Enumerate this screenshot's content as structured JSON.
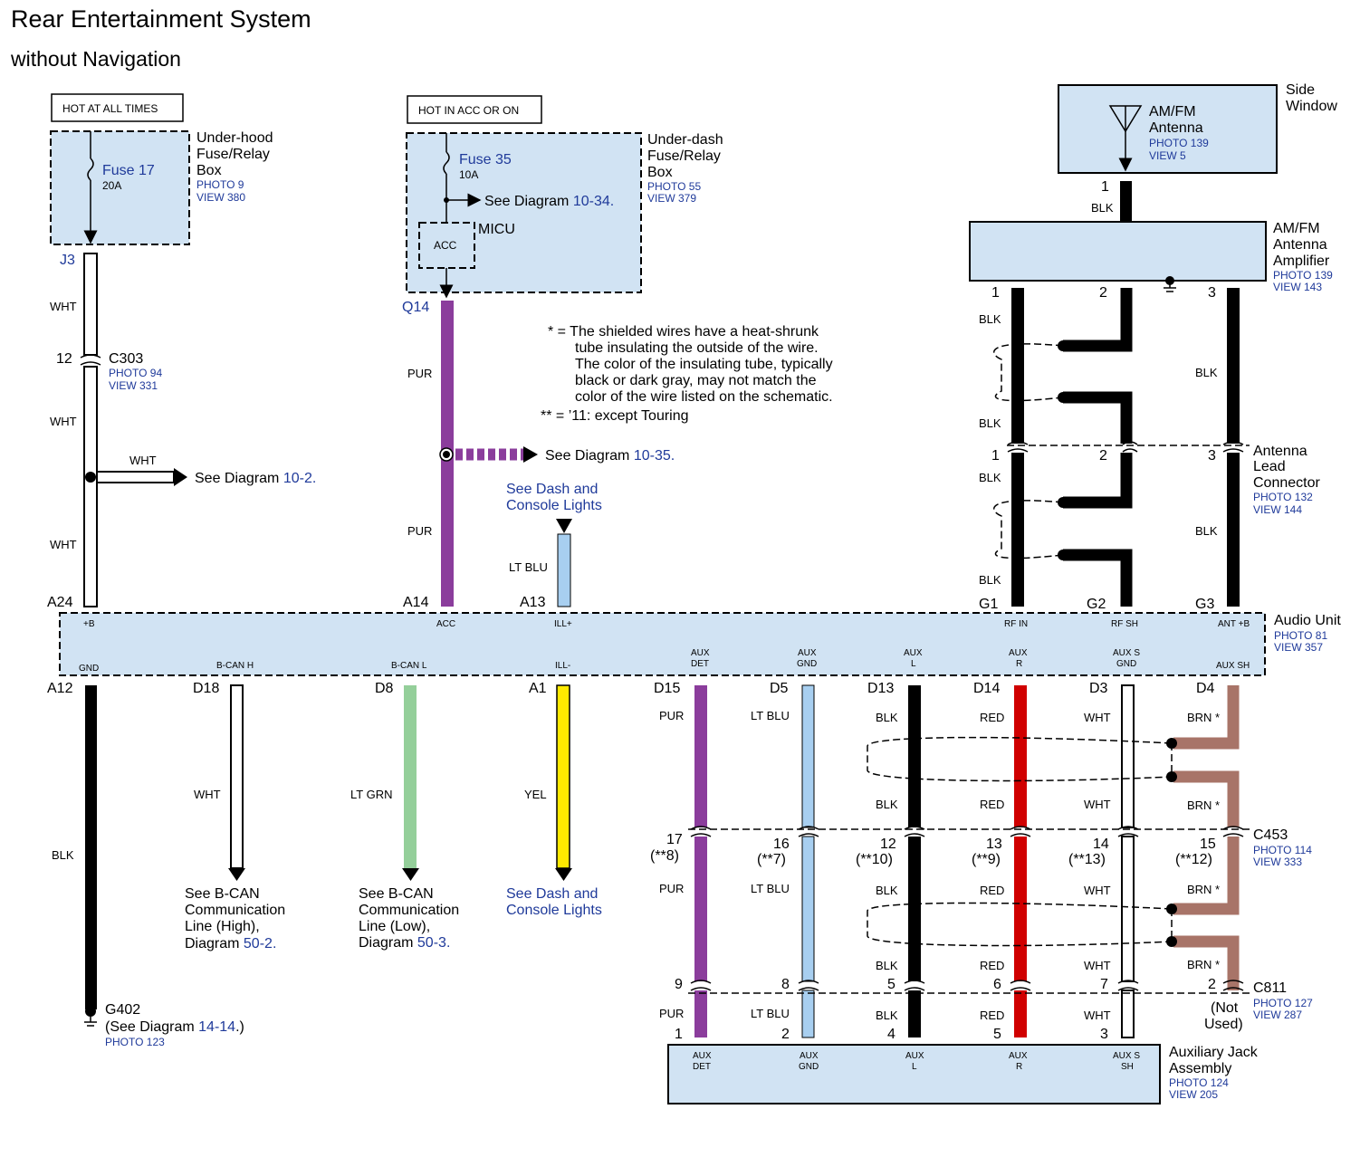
{
  "title": "Rear Entertainment System",
  "subtitle": "without Navigation",
  "hot_all_times": "HOT AT ALL TIMES",
  "hot_acc": "HOT IN ACC OR ON",
  "underhood": {
    "l1": "Under-hood",
    "l2": "Fuse/Relay",
    "l3": "Box",
    "photo": "PHOTO 9",
    "view": "VIEW 380",
    "fuse": "Fuse 17",
    "amp": "20A"
  },
  "underdash": {
    "l1": "Under-dash",
    "l2": "Fuse/Relay",
    "l3": "Box",
    "photo": "PHOTO 55",
    "view": "VIEW 379",
    "fuse": "Fuse 35",
    "amp": "10A",
    "micu": "MICU",
    "acc": "ACC",
    "see": "See Diagram ",
    "see_num": "10-34",
    "see_end": "."
  },
  "note": {
    "l1": "* = The shielded wires have a heat-shrunk",
    "l2": "tube insulating the outside of the wire.",
    "l3": "The color of the insulating tube, typically",
    "l4": "black or dark gray, may not match the",
    "l5": "color of the wire listed on the schematic.",
    "l6": "** = ’11: except Touring"
  },
  "antenna": {
    "l1": "AM/FM",
    "l2": "Antenna",
    "photo": "PHOTO 139",
    "view": "VIEW 5",
    "side1": "Side",
    "side2": "Window"
  },
  "amplifier": {
    "l1": "AM/FM",
    "l2": "Antenna",
    "l3": "Amplifier",
    "photo": "PHOTO 139",
    "view": "VIEW 143"
  },
  "lead_connector": {
    "l1": "Antenna",
    "l2": "Lead",
    "l3": "Connector",
    "photo": "PHOTO 132",
    "view": "VIEW 144"
  },
  "audio_unit": {
    "name": "Audio Unit",
    "photo": "PHOTO 81",
    "view": "VIEW 357",
    "top_pins": [
      "+B",
      "ACC",
      "ILL+",
      "RF IN",
      "RF SH",
      "ANT +B"
    ],
    "bottom_pins": [
      "GND",
      "B-CAN H",
      "B-CAN L",
      "ILL-"
    ],
    "aux_det_1": "AUX",
    "aux_det_2": "DET",
    "aux_gnd_1": "AUX",
    "aux_gnd_2": "GND",
    "aux_l_1": "AUX",
    "aux_l_2": "L",
    "aux_r_1": "AUX",
    "aux_r_2": "R",
    "aux_ssh_1": "AUX S",
    "aux_ssh_2": "GND",
    "aux_sh": "AUX SH"
  },
  "c303": {
    "name": "C303",
    "photo": "PHOTO 94",
    "view": "VIEW 331",
    "pin": "12"
  },
  "c453": {
    "name": "C453",
    "photo": "PHOTO 114",
    "view": "VIEW 333"
  },
  "c811": {
    "name": "C811",
    "photo": "PHOTO 127",
    "view": "VIEW 287",
    "not1": "(Not",
    "not2": "Used)"
  },
  "aux_jack": {
    "l1": "Auxiliary Jack",
    "l2": "Assembly",
    "photo": "PHOTO 124",
    "view": "VIEW 205",
    "p1a": "AUX",
    "p1b": "DET",
    "p2a": "AUX",
    "p2b": "GND",
    "p3a": "AUX",
    "p3b": "L",
    "p4a": "AUX",
    "p4b": "R",
    "p5a": "AUX S",
    "p5b": "SH"
  },
  "g402": {
    "name": "G402",
    "see": "(See Diagram ",
    "see_num": "14-14",
    "see_end": ".)",
    "photo": "PHOTO 123"
  },
  "pins": {
    "j3": "J3",
    "q14": "Q14",
    "a24": "A24",
    "a14": "A14",
    "a13": "A13",
    "g1": "G1",
    "g2": "G2",
    "g3": "G3",
    "a12": "A12",
    "d18": "D18",
    "d8": "D8",
    "a1": "A1",
    "d15": "D15",
    "d5": "D5",
    "d13": "D13",
    "d14": "D14",
    "d3": "D3",
    "d4": "D4"
  },
  "wires": {
    "wht": "WHT",
    "pur": "PUR",
    "blk": "BLK",
    "ltblu": "LT BLU",
    "ltgrn": "LT GRN",
    "yel": "YEL",
    "red": "RED",
    "brn": "BRN *"
  },
  "refs": {
    "d102_pre": "See Diagram ",
    "d102": "10-2",
    "d102_end": ".",
    "d1035_pre": "See Diagram ",
    "d1035": "10-35",
    "d1035_end": ".",
    "dash1": "See Dash and",
    "dash2": "Console Lights",
    "bcanh1": "See B-CAN",
    "bcanh2": "Communication",
    "bcanh3": "Line (High),",
    "bcanh4_pre": "Diagram ",
    "bcanh4": "50-2",
    "bcanh4_end": ".",
    "bcanl1": "See B-CAN",
    "bcanl2": "Communication",
    "bcanl3": "Line (Low),",
    "bcanl4_pre": "Diagram ",
    "bcanl4": "50-3",
    "bcanl4_end": "."
  },
  "numbers": {
    "amp_top": "1",
    "amp_p1": "1",
    "amp_p2": "2",
    "amp_p3": "3",
    "lead_p1": "1",
    "lead_p2": "2",
    "lead_p3": "3",
    "c453_17": "17",
    "c453_17b": "(**8)",
    "c453_16": "16",
    "c453_16b": "(**7)",
    "c453_12": "12",
    "c453_12b": "(**10)",
    "c453_13": "13",
    "c453_13b": "(**9)",
    "c453_14": "14",
    "c453_14b": "(**13)",
    "c453_15": "15",
    "c453_15b": "(**12)",
    "c811_9": "9",
    "c811_8": "8",
    "c811_5": "5",
    "c811_6": "6",
    "c811_7": "7",
    "c811_2": "2",
    "jack_1": "1",
    "jack_2": "2",
    "jack_4": "4",
    "jack_5": "5",
    "jack_3": "3"
  },
  "colors": {
    "box": "#d1e3f3",
    "blue_text": "#1f3a9a",
    "pur": "#8b3d9c",
    "ltblu": "#a8cff0",
    "ltgrn": "#94cf9a",
    "yel": "#ffea00",
    "red": "#d00000",
    "brn": "#a87468",
    "blk": "#000000"
  }
}
